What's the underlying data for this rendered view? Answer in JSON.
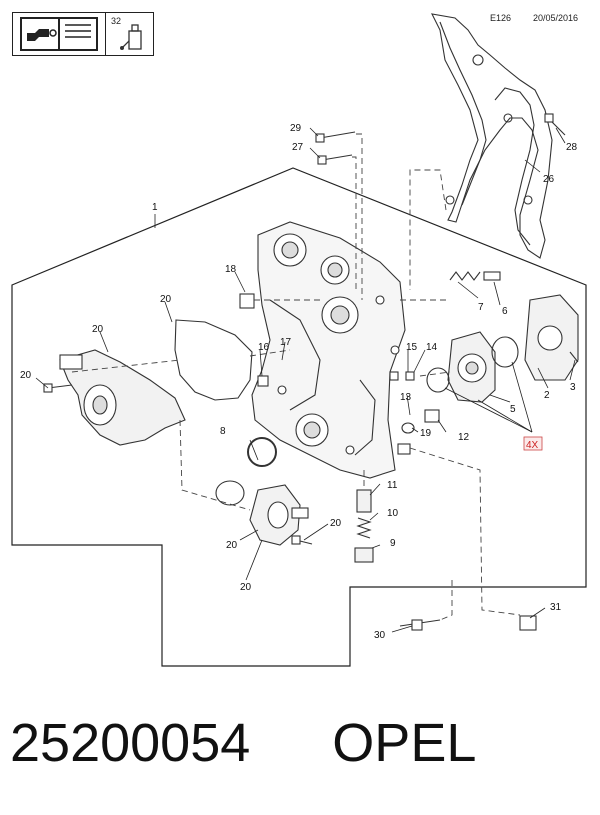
{
  "header": {
    "code": "E126",
    "date": "20/05/2016",
    "book_icon": "open-book-wrench-icon",
    "ref_number": "32",
    "ref_icon": "tube-bottle-icon"
  },
  "callouts": [
    {
      "id": "c1",
      "label": "1"
    },
    {
      "id": "c2",
      "label": "2"
    },
    {
      "id": "c3",
      "label": "3"
    },
    {
      "id": "c4x",
      "label": "4X"
    },
    {
      "id": "c5",
      "label": "5"
    },
    {
      "id": "c6",
      "label": "6"
    },
    {
      "id": "c7",
      "label": "7"
    },
    {
      "id": "c8",
      "label": "8"
    },
    {
      "id": "c9",
      "label": "9"
    },
    {
      "id": "c10",
      "label": "10"
    },
    {
      "id": "c11",
      "label": "11"
    },
    {
      "id": "c12",
      "label": "12"
    },
    {
      "id": "c13",
      "label": "13"
    },
    {
      "id": "c14",
      "label": "14"
    },
    {
      "id": "c15",
      "label": "15"
    },
    {
      "id": "c16",
      "label": "16"
    },
    {
      "id": "c17",
      "label": "17"
    },
    {
      "id": "c18",
      "label": "18"
    },
    {
      "id": "c19",
      "label": "19"
    },
    {
      "id": "c20a",
      "label": "20"
    },
    {
      "id": "c20b",
      "label": "20"
    },
    {
      "id": "c20c",
      "label": "20"
    },
    {
      "id": "c20d",
      "label": "20"
    },
    {
      "id": "c20e",
      "label": "20"
    },
    {
      "id": "c20f",
      "label": "20"
    },
    {
      "id": "c26",
      "label": "26"
    },
    {
      "id": "c27",
      "label": "27"
    },
    {
      "id": "c28",
      "label": "28"
    },
    {
      "id": "c29",
      "label": "29"
    },
    {
      "id": "c30",
      "label": "30"
    },
    {
      "id": "c31",
      "label": "31"
    }
  ],
  "footer": {
    "part_number": "25200054",
    "brand": "OPEL"
  }
}
